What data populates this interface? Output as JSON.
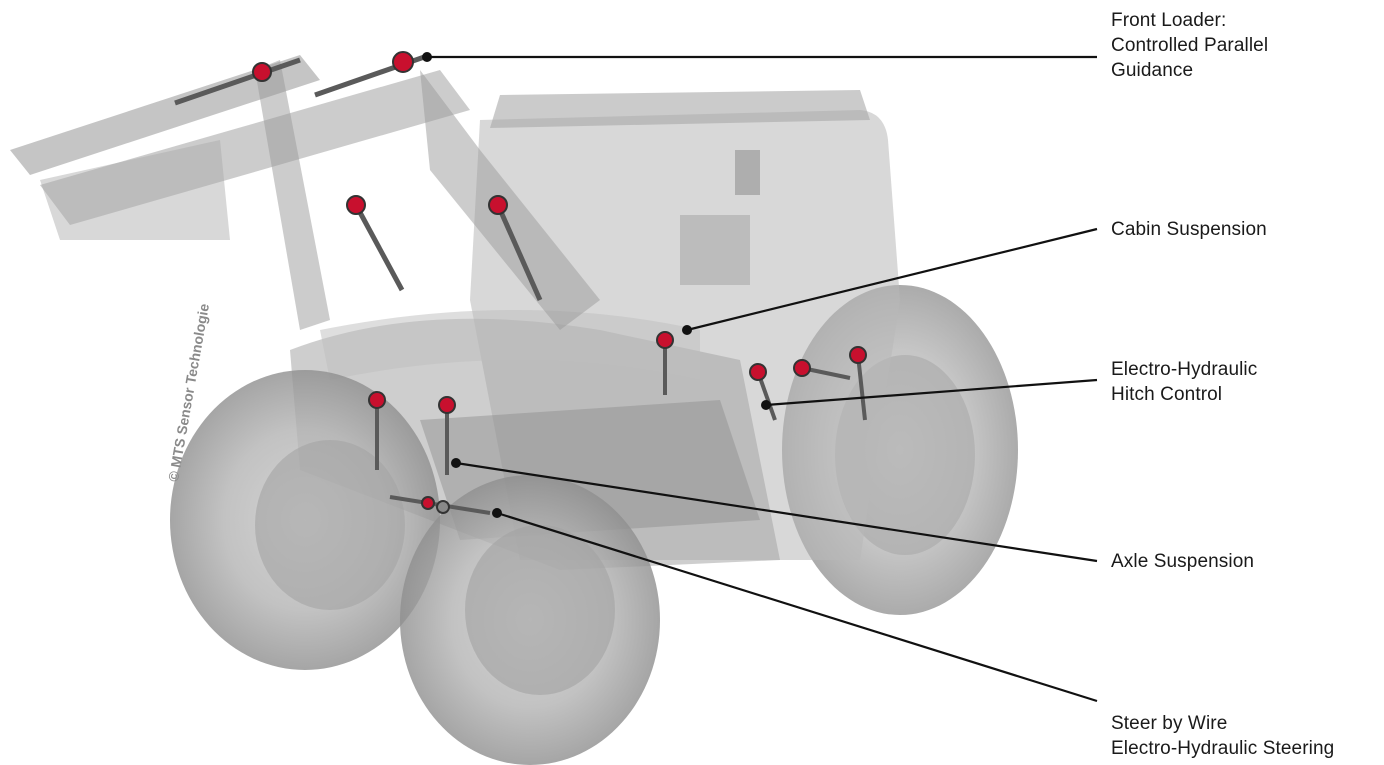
{
  "labels": {
    "front_loader": {
      "line1": "Front Loader:",
      "line2": "Controlled Parallel",
      "line3": "Guidance"
    },
    "cabin": {
      "line1": "Cabin Suspension"
    },
    "hitch": {
      "line1": "Electro-Hydraulic",
      "line2": "Hitch Control"
    },
    "axle": {
      "line1": "Axle Suspension"
    },
    "steer": {
      "line1": "Steer by Wire",
      "line2": "Electro-Hydraulic Steering"
    }
  },
  "copyright": "© MTS Sensor Technologie",
  "colors": {
    "tractor_body": "#9a9a9a",
    "sensor_red": "#c8102e",
    "leader_line": "#111111",
    "text": "#1a1a1a"
  }
}
